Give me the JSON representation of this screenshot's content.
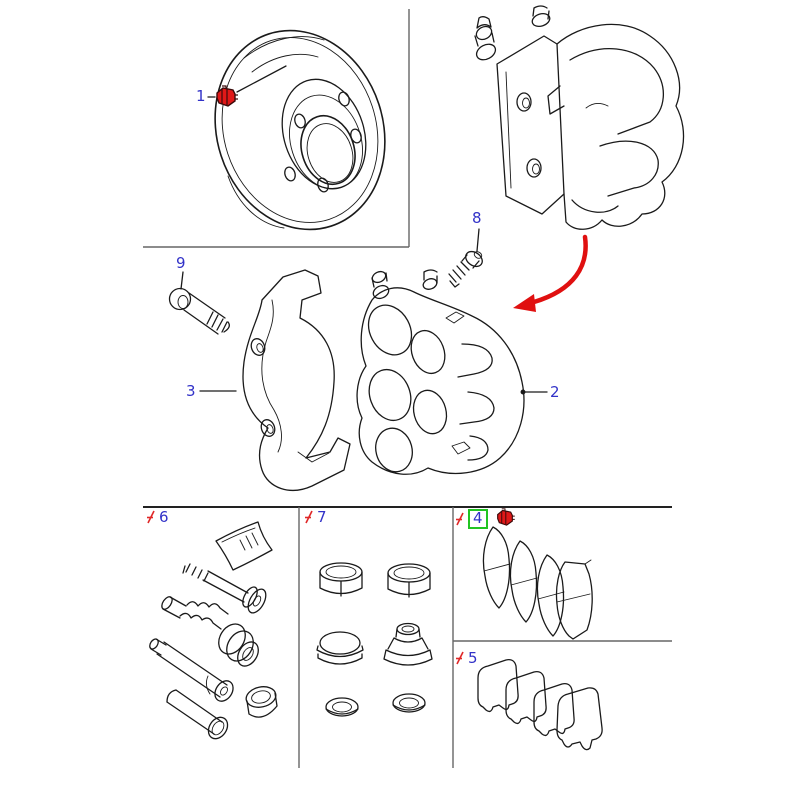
{
  "diagram": {
    "description": "Front brake exploded parts diagram (disc, caliper, carrier, pads, service kits)",
    "callouts": {
      "c1": {
        "label": "1"
      },
      "c2": {
        "label": "2"
      },
      "c3": {
        "label": "3"
      },
      "c4": {
        "label": "4"
      },
      "c5": {
        "label": "5"
      },
      "c6": {
        "label": "6"
      },
      "c7": {
        "label": "7"
      },
      "c8": {
        "label": "8"
      },
      "c9": {
        "label": "9"
      }
    },
    "highlighted_callout": "4",
    "kit_marked_callouts": [
      "4",
      "5",
      "6",
      "7"
    ],
    "icons": {
      "kit_mark": "service-kit-slash",
      "clip": "pad-spring-clip",
      "arrow": "red-direction-arrow"
    }
  },
  "colors": {
    "line_art": "#1a1a1a",
    "callout_text": "#3232c8",
    "kit_mark": "#e02828",
    "highlight_box": "#22c422",
    "clip_fill": "#e01818",
    "clip_outline": "#3a0a0a",
    "arrow": "#e01010",
    "border_strong": "#222222",
    "border_light": "#666666"
  }
}
